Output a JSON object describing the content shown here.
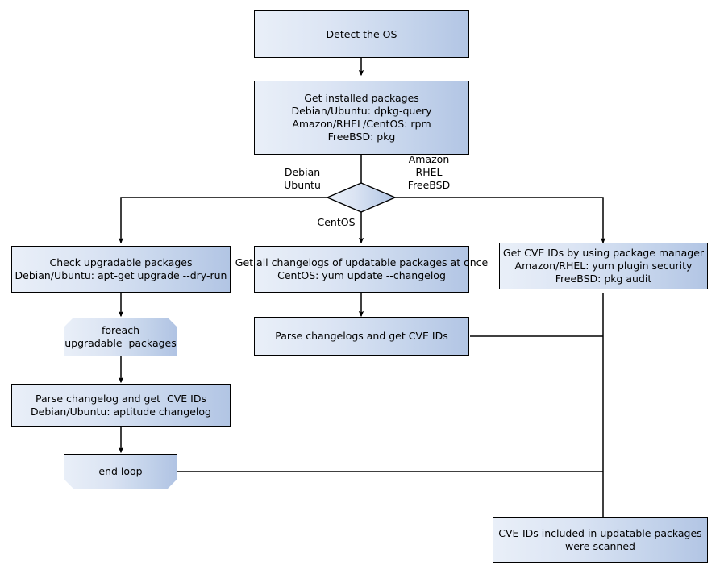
{
  "diagram": {
    "title": "OS package CVE scanning flowchart",
    "style": {
      "fill_gradient_from": "#e9eff8",
      "fill_gradient_to": "#b2c5e4",
      "stroke": "#000000",
      "background": "#ffffff"
    },
    "nodes": [
      {
        "id": "detect-os",
        "shape": "process",
        "text": "Detect the OS"
      },
      {
        "id": "get-installed-packages",
        "shape": "process",
        "text": "Get installed packages\nDebian/Ubuntu: dpkg-query\nAmazon/RHEL/CentOS: rpm\nFreeBSD: pkg"
      },
      {
        "id": "os-decision",
        "shape": "decision",
        "text": ""
      },
      {
        "id": "check-upgradable-packages",
        "shape": "process",
        "text": "Check upgradable packages\nDebian/Ubuntu: apt-get upgrade --dry-run"
      },
      {
        "id": "get-all-changelogs",
        "shape": "process",
        "text": "Get all changelogs of updatable packages at once\nCentOS: yum update --changelog"
      },
      {
        "id": "get-cve-ids-package-manager",
        "shape": "process",
        "text": "Get CVE IDs by using package manager\nAmazon/RHEL: yum plugin security\nFreeBSD: pkg audit"
      },
      {
        "id": "foreach-upgradable-packages",
        "shape": "loop-start",
        "text": "foreach\nupgradable  packages"
      },
      {
        "id": "parse-changelogs-get-cve-ids",
        "shape": "process",
        "text": "Parse changelogs and get CVE IDs"
      },
      {
        "id": "parse-changelog-get-cve-ids",
        "shape": "process",
        "text": "Parse changelog and get  CVE IDs\nDebian/Ubuntu: aptitude changelog"
      },
      {
        "id": "end-loop",
        "shape": "loop-end",
        "text": "end loop"
      },
      {
        "id": "cve-ids-scanned",
        "shape": "process",
        "text": "CVE-IDs included in updatable packages\nwere scanned"
      }
    ],
    "edge_labels": [
      {
        "id": "branch-debian-ubuntu",
        "text": "Debian\nUbuntu"
      },
      {
        "id": "branch-amazon-rhel-freebsd",
        "text": "Amazon\nRHEL\nFreeBSD"
      },
      {
        "id": "branch-centos",
        "text": "CentOS"
      }
    ]
  }
}
